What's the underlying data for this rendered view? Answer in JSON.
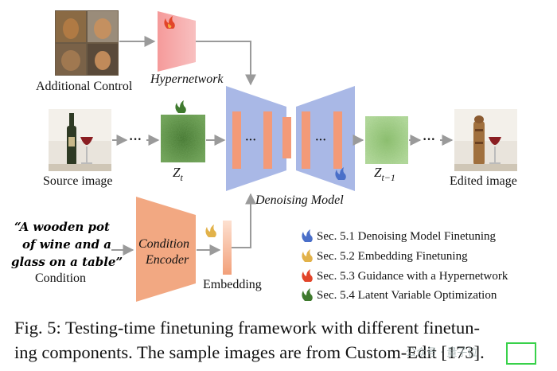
{
  "labels": {
    "additional_control": "Additional Control",
    "hypernetwork": "Hypernetwork",
    "source_image": "Source image",
    "zt": "Z",
    "zt_sub": "t",
    "denoising_model": "Denoising Model",
    "zt1": "Z",
    "zt1_sub": "t−1",
    "edited_image": "Edited image",
    "prompt_line1": "“A wooden pot",
    "prompt_line2": "of wine and a",
    "prompt_line3": "glass on a table”",
    "condition": "Condition",
    "condition_encoder_line1": "Condition",
    "condition_encoder_line2": "Encoder",
    "embedding": "Embedding",
    "ellipsis": "···"
  },
  "legend": [
    {
      "text": "Sec. 5.1 Denoising Model Finetuning",
      "icon": "blue-flame-icon",
      "color": "#4a6fc9"
    },
    {
      "text": "Sec. 5.2 Embedding Finetuning",
      "icon": "yellow-flame-icon",
      "color": "#e2b24a"
    },
    {
      "text": "Sec. 5.3 Guidance with a Hypernetwork",
      "icon": "red-flame-icon",
      "color": "#e2452a"
    },
    {
      "text": "Sec. 5.4 Latent Variable Optimization",
      "icon": "green-flame-icon",
      "color": "#3f7a2e"
    }
  ],
  "caption": {
    "line1": "Fig. 5: Testing-time finetuning framework with different finetun-",
    "line2": "ing components. The sample images are from Custom-Edit [173]."
  },
  "watermark": "公众号 · 量子位",
  "colors": {
    "hypernetwork": "#f5a3a3",
    "denoising": "#a9b8e6",
    "encoder": "#f2a882",
    "bars": "#f39a78",
    "latent_green": "#5b8f3e"
  }
}
